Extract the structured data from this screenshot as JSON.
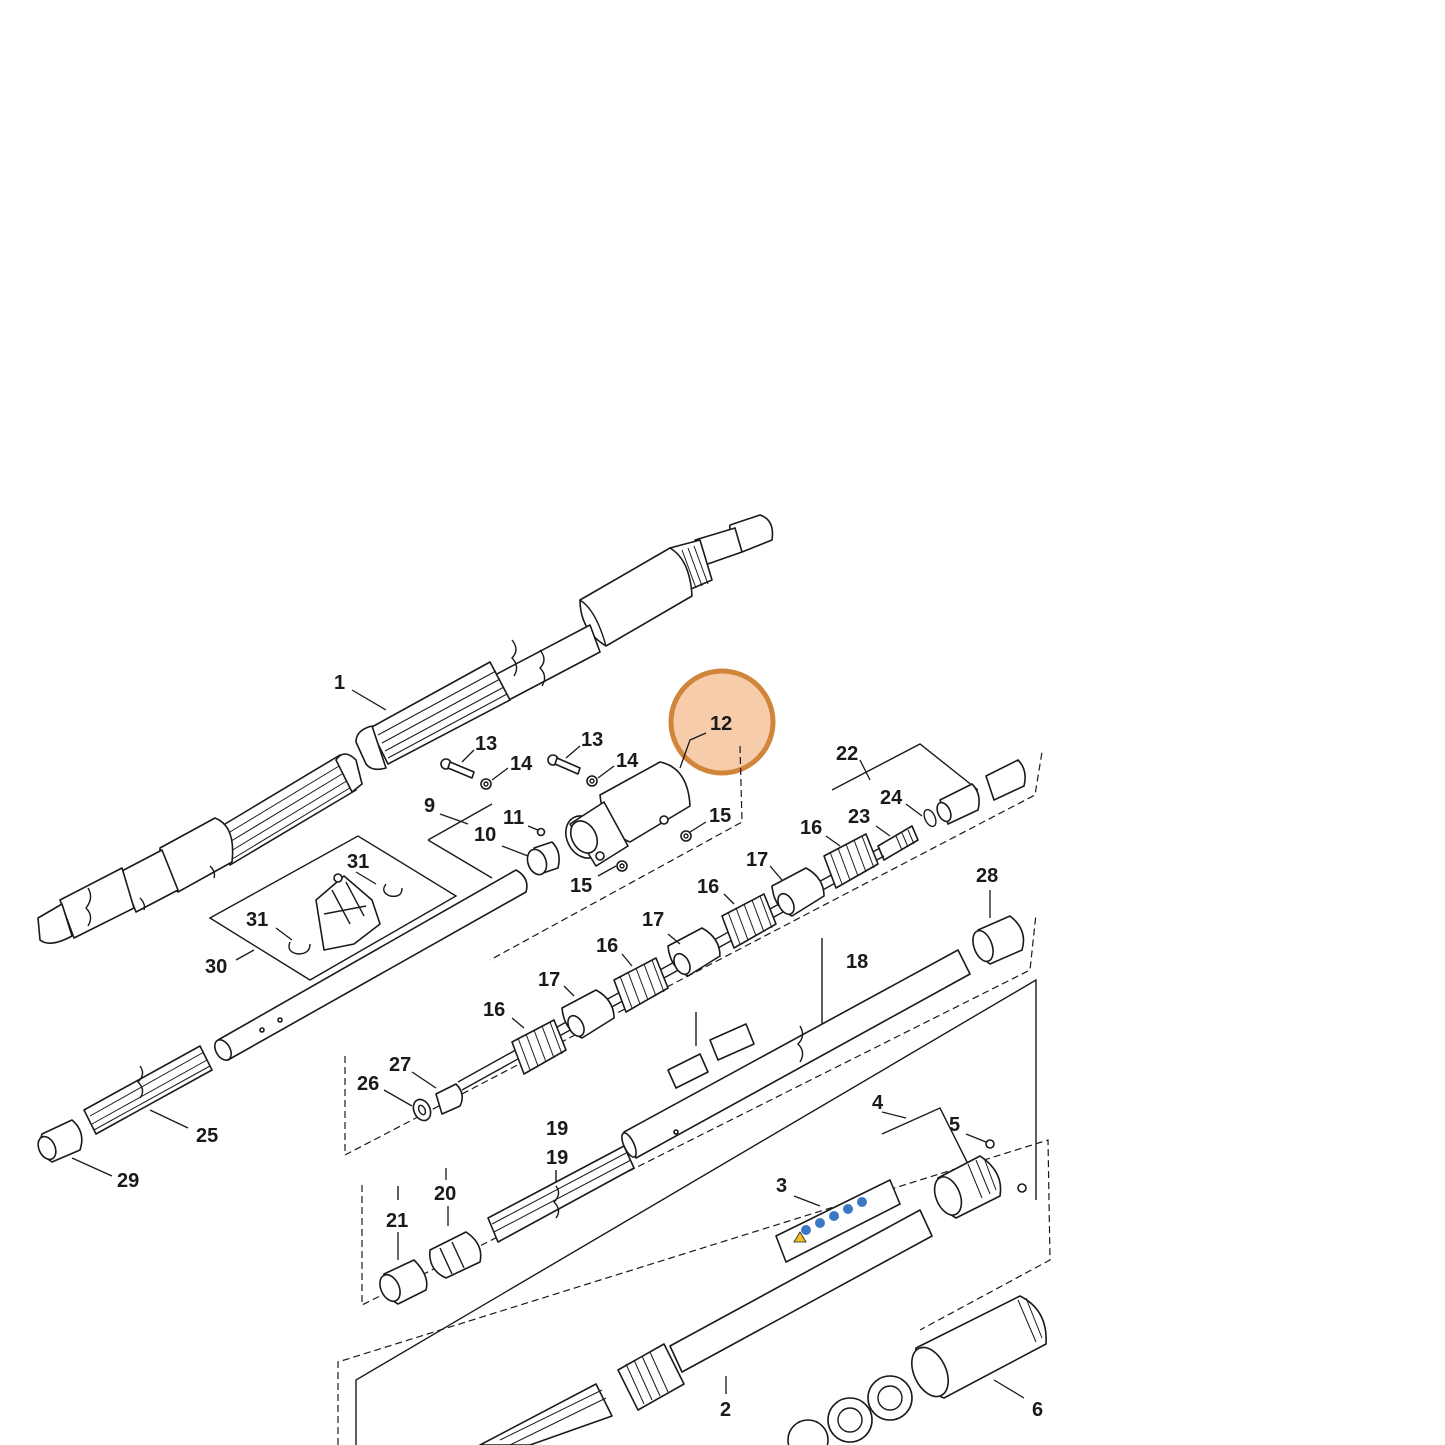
{
  "diagram": {
    "highlight": {
      "part": "12",
      "color": "#d0853b",
      "fill": "#f6ccaa"
    },
    "callouts": {
      "p1": "1",
      "p2": "2",
      "p3": "3",
      "p4": "4",
      "p5": "5",
      "p6": "6",
      "p9": "9",
      "p10": "10",
      "p11": "11",
      "p12": "12",
      "p13a": "13",
      "p13b": "13",
      "p14a": "14",
      "p14b": "14",
      "p15a": "15",
      "p15b": "15",
      "p16a": "16",
      "p16b": "16",
      "p16c": "16",
      "p16d": "16",
      "p17a": "17",
      "p17b": "17",
      "p17c": "17",
      "p18": "18",
      "p19a": "19",
      "p19b": "19",
      "p20": "20",
      "p21": "21",
      "p22": "22",
      "p23": "23",
      "p24": "24",
      "p25": "25",
      "p26": "26",
      "p27": "27",
      "p28": "28",
      "p29": "29",
      "p30": "30",
      "p31a": "31",
      "p31b": "31"
    }
  }
}
